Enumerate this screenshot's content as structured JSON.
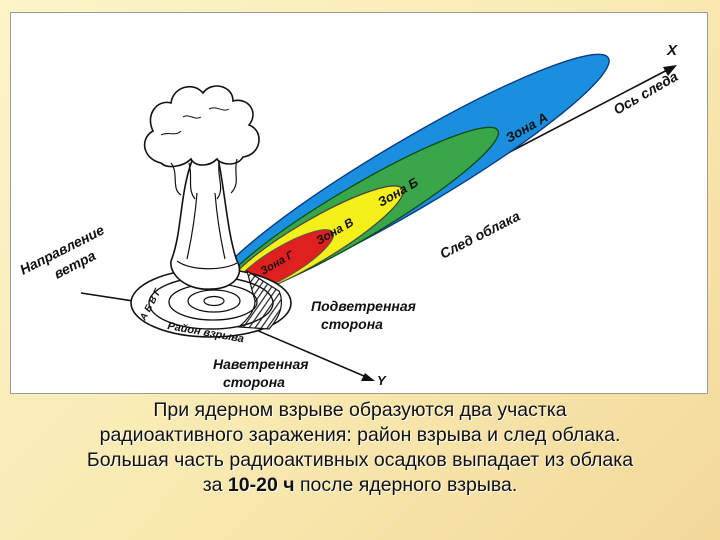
{
  "diagram": {
    "axis_x": "X",
    "axis_y": "Y",
    "trace_axis": "Ось следа",
    "zone_a": "Зона А",
    "zone_b": "Зона Б",
    "zone_v": "Зона В",
    "zone_g": "Зона Г",
    "cloud_trace": "След облака",
    "wind_dir_1": "Направление",
    "wind_dir_2": "ветра",
    "lee_1": "Подветренная",
    "lee_2": "сторона",
    "windward_1": "Наветренная",
    "windward_2": "сторона",
    "explosion_area": "Район взрыва",
    "ring_letters": "А Б В Г",
    "colors": {
      "zone_a": "#1a8fe0",
      "zone_b": "#3aa64a",
      "zone_v": "#f5ef1a",
      "zone_g": "#e01f1f"
    }
  },
  "caption": {
    "line1": "При ядерном взрыве образуются два участка",
    "line2": "радиоактивного заражения: район взрыва и след облака.",
    "line3": "Большая часть радиоактивных осадков выпадает из облака",
    "line4_pre": "за ",
    "line4_bold": "10-20 ч",
    "line4_post": " после ядерного взрыва."
  }
}
